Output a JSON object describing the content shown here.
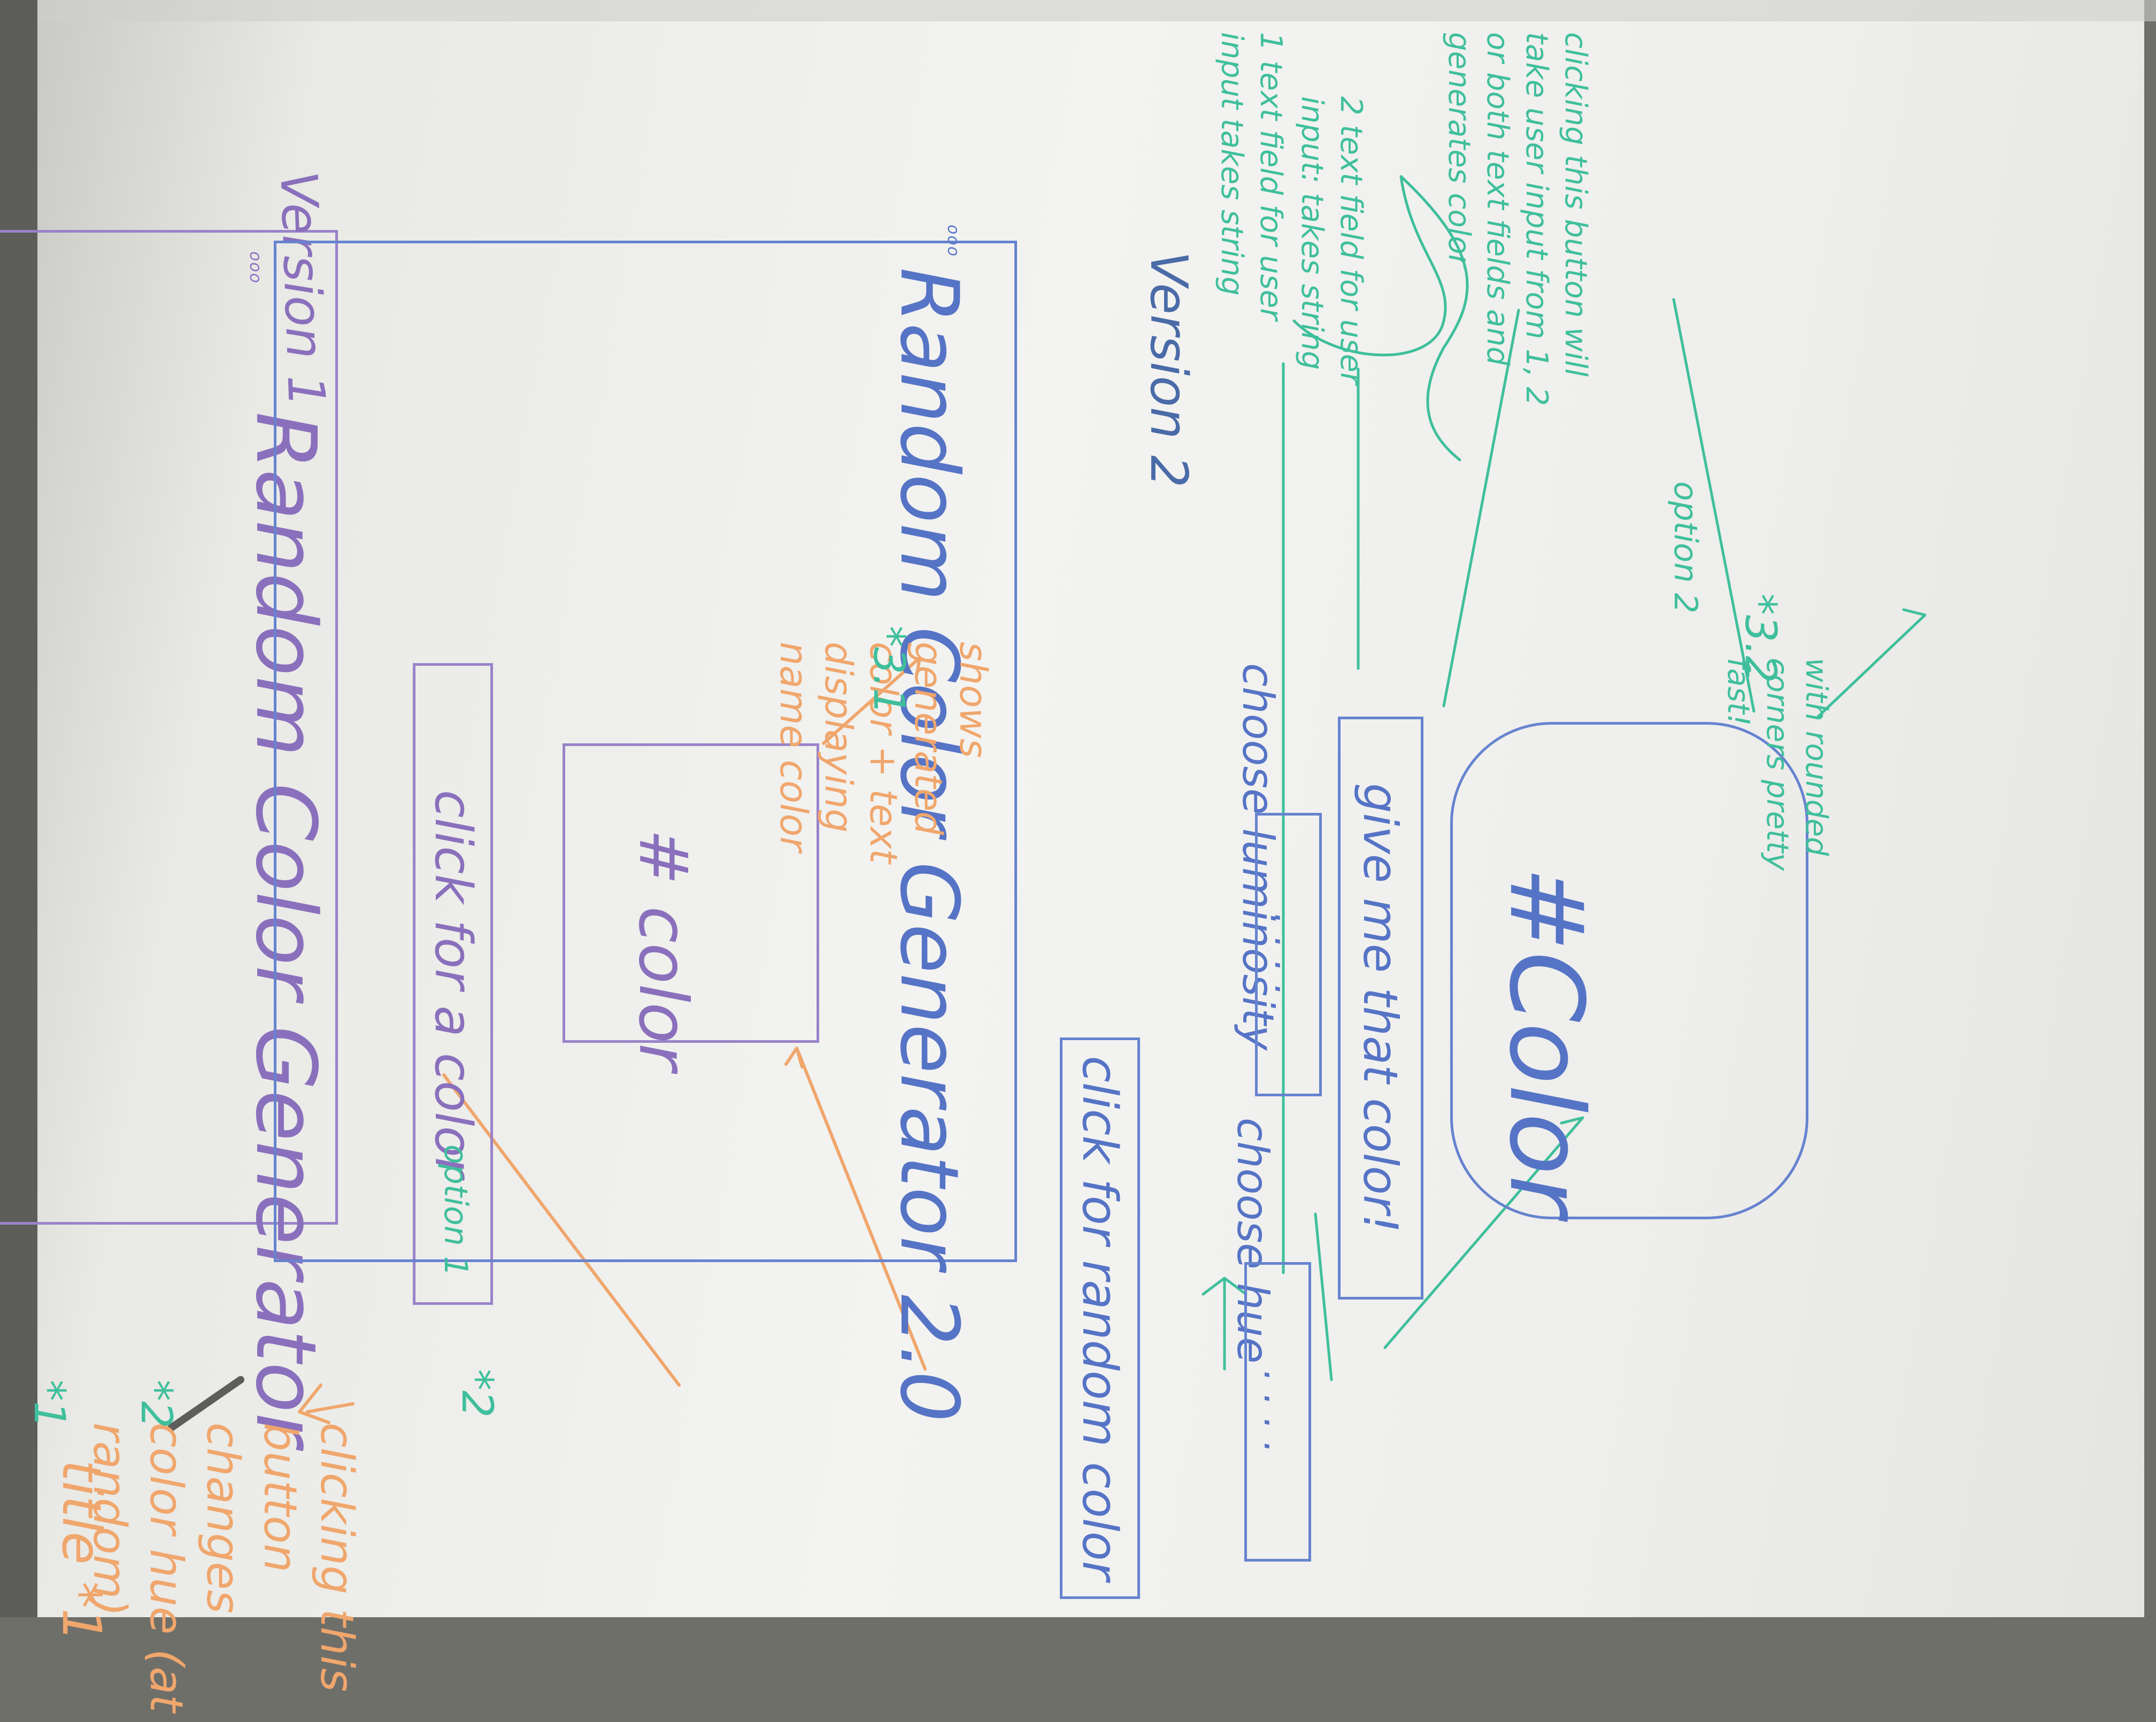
{
  "version1": {
    "window_dots": "ooo",
    "title": "Random Color Generator",
    "version_label": "Version 1",
    "button_label": "click for a color",
    "swatch_label": "# color"
  },
  "version2": {
    "window_dots": "ooo",
    "title": "Random Color Generator 2.0",
    "version_label": "Version 2",
    "random_button_label": "click for random color",
    "hue_label": "choose hue",
    "hue_placeholder": ". . . .",
    "luminosity_label": "choose luminosity",
    "luminosity_placeholder": ". . . .",
    "give_button_label": "give me that color!",
    "swatch_label": "#Color"
  },
  "annotations": {
    "title_note": "title *1",
    "clicking_note": "clicking this button changes color hue (at random)",
    "shows_note": "shows generated color + text displaying name color",
    "star_1": "*1",
    "star_2": "*2",
    "star_2_v1": "*2",
    "star_3_1": "*3.1",
    "star_3_2": "*3.2",
    "note_1": "1 text field for user input takes string",
    "note_2": "2 text field for user input: takes string",
    "note_clicking_v2": "clicking this button will take user input from 1, 2 or both text fields and generates color",
    "note_3_2": "with rounded corners pretty fast!",
    "option_1": "option 1",
    "option_2": "option 2"
  },
  "colors": {
    "version1_ink": "#8f72c2",
    "version2_ink": "#5a79c8",
    "annotation_orange": "#f0a66c",
    "annotation_teal": "#3fbf9c",
    "board": "#f0f0ee"
  }
}
